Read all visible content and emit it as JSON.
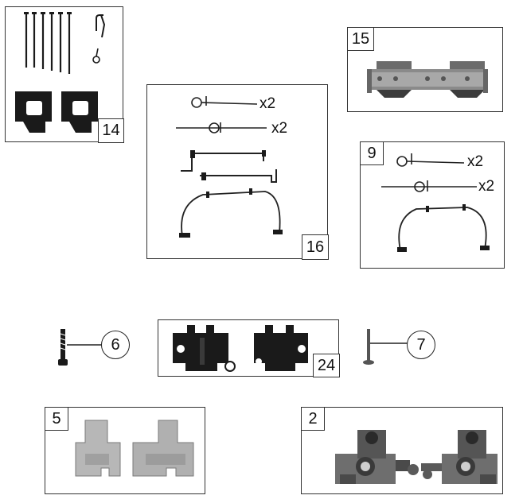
{
  "colors": {
    "line": "#222222",
    "part_dark": "#1a1a1a",
    "part_grey": "#888888",
    "metal_light": "#b9b9b9",
    "metal_mid": "#8d8d8d"
  },
  "parts": {
    "p14": {
      "number": "14"
    },
    "p15": {
      "number": "15"
    },
    "p16": {
      "number": "16",
      "mult_1": "x2",
      "mult_2": "x2"
    },
    "p9": {
      "number": "9",
      "mult_1": "x2",
      "mult_2": "x2"
    },
    "p6": {
      "number": "6"
    },
    "p24": {
      "number": "24"
    },
    "p7": {
      "number": "7"
    },
    "p5": {
      "number": "5"
    },
    "p2": {
      "number": "2"
    }
  }
}
